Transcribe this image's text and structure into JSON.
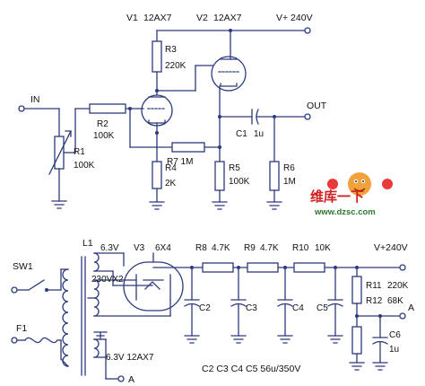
{
  "labels": {
    "v1": "V1",
    "v1_type": "12AX7",
    "v2": "V2",
    "v2_type": "12AX7",
    "vplus_top": "V+ 240V",
    "r3": "R3",
    "r3_val": "220K",
    "in": "IN",
    "out": "OUT",
    "r2": "R2",
    "r2_val": "100K",
    "r1": "R1",
    "r1_val": "100K",
    "r4": "R4",
    "r4_val": "2K",
    "r7": "R7 1M",
    "c1": "C1",
    "c1_val": "1u",
    "r5": "R5",
    "r5_val": "100K",
    "r6": "R6",
    "r6_val": "1M",
    "l1": "L1",
    "v3": "V3",
    "v3_type": "6X4",
    "sec_63": "6.3V",
    "sec_230": "230VX2",
    "sec_63b": "6.3V 12AX7",
    "r8": "R8",
    "r8_val": "4.7K",
    "r9": "R9",
    "r9_val": "4.7K",
    "r10": "R10",
    "r10_val": "10K",
    "vplus_bot": "V+240V",
    "r11": "R11",
    "r11_val": "220K",
    "r12": "R12",
    "r12_val": "68K",
    "a_right": "A",
    "a_bottom": "A",
    "c2": "C2",
    "c3": "C3",
    "c4": "C4",
    "c5": "C5",
    "c6": "C6",
    "c6_val": "1u",
    "sw1": "SW1",
    "f1": "F1",
    "cap_note": "C2 C3 C4 C5 56u/350V"
  },
  "watermark": {
    "cn": "维库一下",
    "url": "www.dzsc.com"
  },
  "colors": {
    "wire": "#2d3a7d",
    "text": "#111111",
    "logo": "#d21f1f"
  }
}
